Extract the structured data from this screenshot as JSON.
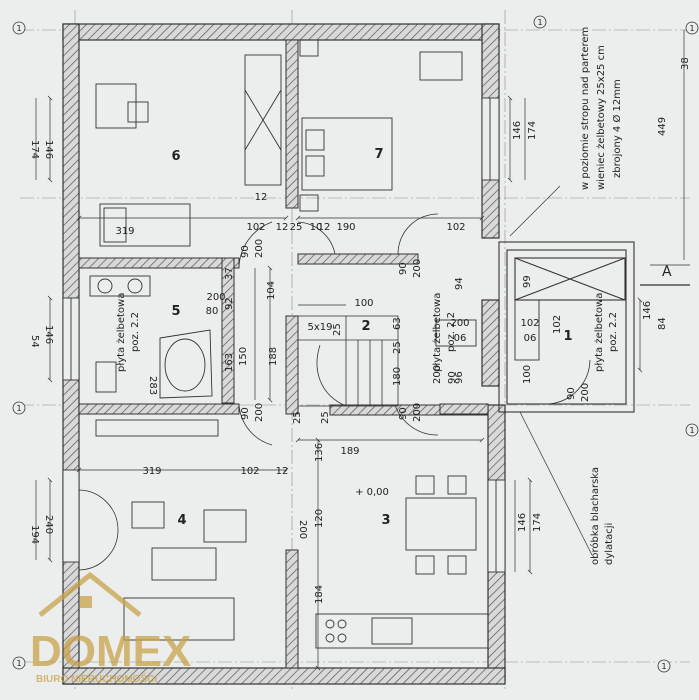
{
  "rooms": [
    "1",
    "2",
    "3",
    "4",
    "5",
    "6",
    "7"
  ],
  "dims": {
    "d319a": "319",
    "d12a": "12",
    "d102a": "102",
    "d12b": "12",
    "d25a": "25",
    "d10": "10",
    "d12c": "12",
    "d190": "190",
    "d102b": "102",
    "d90a": "90",
    "d200a": "200",
    "d90b": "90",
    "d200b": "200",
    "d37": "37",
    "d92": "92",
    "d80": "80",
    "d200c": "200",
    "d104": "104",
    "d100a": "100",
    "d5x19": "5x19",
    "d25b": "25",
    "d63": "63",
    "d25c": "25",
    "d94": "94",
    "d99": "99",
    "d102c": "102",
    "d200d": "200",
    "d06a": "06",
    "d102d": "102",
    "d06b": "06",
    "d283": "283",
    "d163": "163",
    "d150": "150",
    "d188": "188",
    "d180": "180",
    "d96": "96",
    "d100b": "100",
    "d90c": "90",
    "d200e": "200",
    "d90d": "90",
    "d200f": "200",
    "d90e": "90",
    "d200g": "200",
    "d90f": "90",
    "d200h": "200",
    "d25d": "25",
    "d25e": "25",
    "d319b": "319",
    "d102e": "102",
    "d12d": "12",
    "d136": "136",
    "d189": "189",
    "d200i": "200",
    "d120": "120",
    "d184": "184",
    "d000": "+ 0,00",
    "d146l1": "146",
    "d174l1": "174",
    "d146r1": "146",
    "d174r1": "174",
    "d146l2": "146",
    "d54": "54",
    "d146r2": "146",
    "d84": "84",
    "d240": "240",
    "d194": "194",
    "d146r3": "146",
    "d174r3": "174",
    "d449": "449",
    "d38": "38"
  },
  "labels": {
    "slab1": "płyta żelbetowa",
    "slab1b": "poz. 2.2",
    "slab2": "płyta żelbetowa",
    "slab2b": "poz. 2.2",
    "slab3": "płyta żelbetowa",
    "slab3b": "poz. 2.2",
    "note1": "w poziomie stropu nad parterem",
    "note2": "wieniec żelbetowy 25x25 cm",
    "note3": "zbrojony 4 Ø 12mm",
    "flash1": "obróbka blacharska",
    "flash2": "dylatacji",
    "sectionA": "A"
  },
  "axis_markers": [
    "1",
    "1",
    "1",
    "1",
    "1",
    "1",
    "1"
  ],
  "logo": {
    "main": "DOMEX",
    "sub": "BIURO NIERUCHOMOŚCI"
  },
  "colors": {
    "wall": "#8a8a8a",
    "ink": "#2a2a2a",
    "paper": "#eceeed",
    "logo": "#c9a24a"
  }
}
